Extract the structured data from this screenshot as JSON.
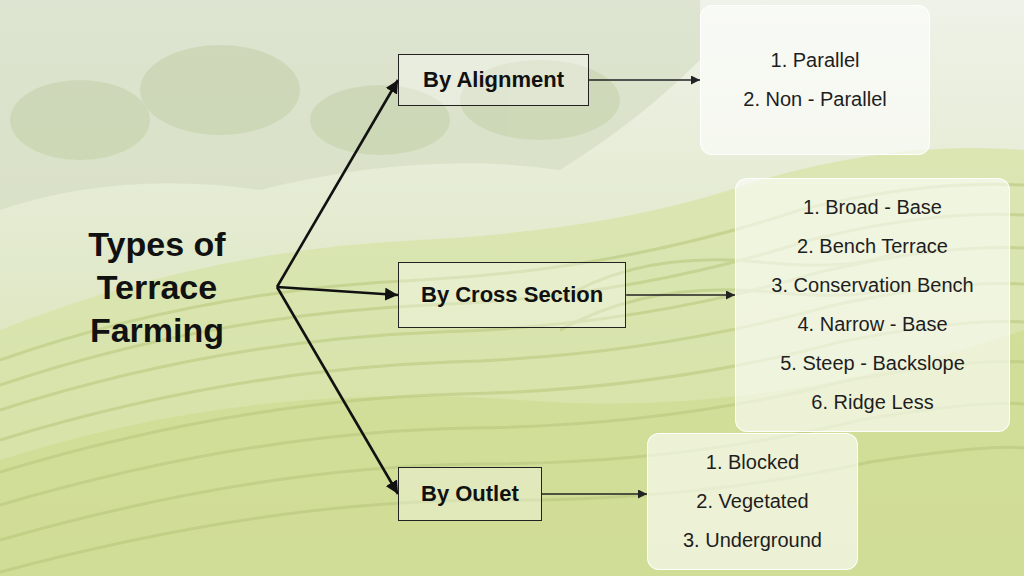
{
  "diagram": {
    "nodes": [
      {
        "text": [
          "Types of Terrace Farming"
        ]
      },
      {
        "text": [
          "By Alignment"
        ]
      },
      {
        "text": [
          "1. Parallel",
          "2. Non - Parallel"
        ]
      },
      {
        "text": [
          "By Cross Section"
        ]
      },
      {
        "text": [
          "1. Broad - Base",
          "2. Bench Terrace",
          "3. Conservation Bench",
          "4. Narrow - Base",
          "5. Steep - Backslope",
          "6. Ridge Less"
        ]
      },
      {
        "text": [
          "By Outlet"
        ]
      },
      {
        "text": [
          "1. Blocked",
          "2. Vegetated",
          "3. Underground"
        ]
      }
    ],
    "edges": [
      {
        "from": 0,
        "to": 1,
        "arrow": "to"
      },
      {
        "from": 0,
        "to": 3,
        "arrow": "to"
      },
      {
        "from": 0,
        "to": 5,
        "arrow": "to"
      },
      {
        "from": 1,
        "to": 2,
        "arrow": "to"
      },
      {
        "from": 3,
        "to": 4,
        "arrow": "to"
      },
      {
        "from": 5,
        "to": 6,
        "arrow": "to"
      }
    ]
  }
}
